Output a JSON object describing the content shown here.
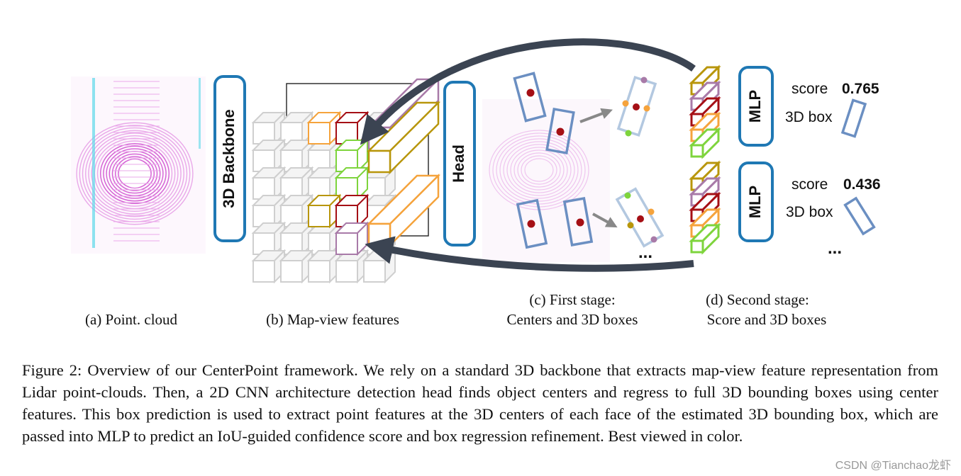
{
  "blocks": {
    "backbone": "3D Backbone",
    "head": "Head",
    "mlp_top": "MLP",
    "mlp_bottom": "MLP"
  },
  "outputs": {
    "top": {
      "score_label": "score",
      "score_value": "0.765",
      "box_label": "3D box"
    },
    "bottom": {
      "score_label": "score",
      "score_value": "0.436",
      "box_label": "3D box"
    },
    "more": "..."
  },
  "first_stage_more": "...",
  "panel_labels": {
    "a": "(a) Point. cloud",
    "b": "(b) Map-view features",
    "c_line1": "(c) First stage:",
    "c_line2": "Centers and 3D boxes",
    "d_line1": "(d) Second stage:",
    "d_line2": "Score and 3D boxes"
  },
  "figure_caption": "Figure 2: Overview of our CenterPoint framework.  We rely on a standard 3D backbone that extracts map-view feature representation from Lidar point-clouds. Then, a 2D CNN architecture detection head finds object centers and regress to full 3D bounding boxes using center features. This box prediction is used to extract point features at the 3D centers of each face of the estimated 3D bounding box, which are passed into MLP to predict an IoU-guided confidence score and box regression refinement. Best viewed in color.",
  "watermark": "CSDN @Tianchao龙虾",
  "colors": {
    "block_border": "#1f78b4",
    "arrow": "#3b4452",
    "box_blue": "#6b8fc2",
    "box_light": "#b3c8e0",
    "center_red": "#a50f15",
    "cube_gold": "#b8960b",
    "cube_purple": "#a87aa8",
    "cube_red": "#a50f15",
    "cube_orange": "#f5a33c",
    "cube_green": "#7ed43c",
    "grid_gray": "#cfcfcf"
  }
}
